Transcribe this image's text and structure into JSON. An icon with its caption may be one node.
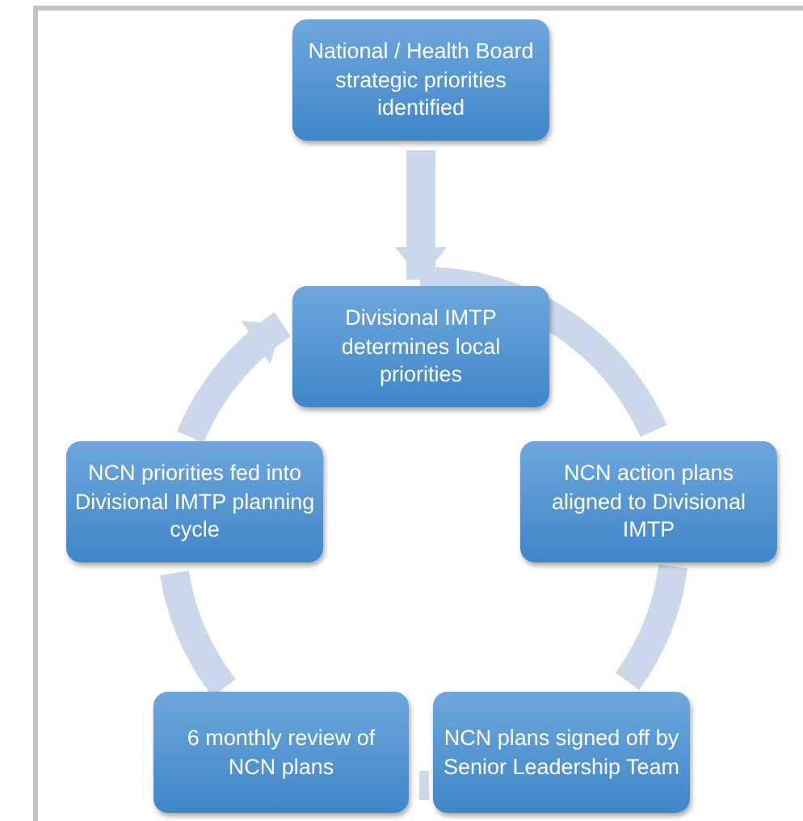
{
  "diagram": {
    "nodes": [
      {
        "text": [
          "National / Health Board strategic priorities identified"
        ]
      },
      {
        "text": [
          "Divisional IMTP determines local priorities"
        ]
      },
      {
        "text": [
          "NCN action plans aligned to Divisional IMTP"
        ]
      },
      {
        "text": [
          "NCN plans signed off by Senior Leadership Team"
        ]
      },
      {
        "text": [
          "6 monthly review of NCN plans"
        ]
      },
      {
        "text": [
          "NCN priorities fed into Divisional IMTP planning cycle"
        ]
      }
    ],
    "edges": [
      {
        "from": 0,
        "to": 1,
        "arrow": "to"
      },
      {
        "from": 1,
        "to": 2,
        "arrow": "none"
      },
      {
        "from": 2,
        "to": 3,
        "arrow": "none"
      },
      {
        "from": 3,
        "to": 4,
        "arrow": "none"
      },
      {
        "from": 4,
        "to": 5,
        "arrow": "none"
      },
      {
        "from": 5,
        "to": 1,
        "arrow": "to"
      }
    ]
  }
}
